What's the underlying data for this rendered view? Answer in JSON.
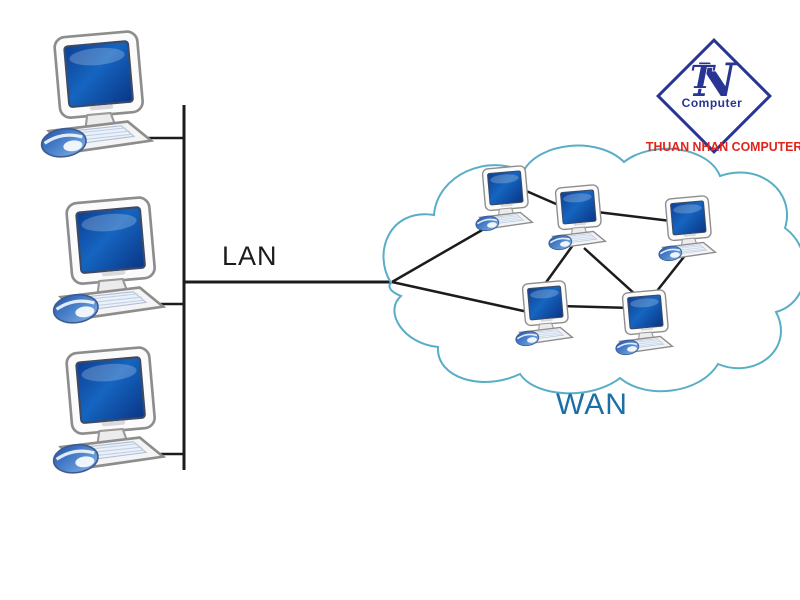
{
  "labels": {
    "lan": "LAN",
    "wan": "WAN"
  },
  "logo": {
    "monogram_t": "T",
    "monogram_n": "N",
    "name": "Computer",
    "caption": "THUAN NHAN COMPUTER"
  },
  "network": {
    "lan": {
      "label": "LAN",
      "topology": "bus",
      "computers": [
        "lan-pc-1",
        "lan-pc-2",
        "lan-pc-3"
      ]
    },
    "wan": {
      "label": "WAN",
      "topology": "mesh",
      "computers": [
        "wan-pc-1",
        "wan-pc-2",
        "wan-pc-3",
        "wan-pc-4",
        "wan-pc-5"
      ],
      "connections": [
        [
          "lan-link",
          "wan-pc-1"
        ],
        [
          "lan-link",
          "wan-pc-4"
        ],
        [
          "wan-pc-1",
          "wan-pc-2"
        ],
        [
          "wan-pc-2",
          "wan-pc-3"
        ],
        [
          "wan-pc-2",
          "wan-pc-4"
        ],
        [
          "wan-pc-2",
          "wan-pc-5"
        ],
        [
          "wan-pc-3",
          "wan-pc-5"
        ],
        [
          "wan-pc-4",
          "wan-pc-5"
        ]
      ]
    }
  },
  "colors": {
    "background": "#ffffff",
    "wire": "#1c1c1c",
    "cloud_outline": "#58aec6",
    "lan_label": "#1c1c1c",
    "wan_label": "#1a6fa8",
    "logo_navy": "#283593",
    "caption_red": "#e0251d",
    "screen_blue": "#1565c0"
  }
}
